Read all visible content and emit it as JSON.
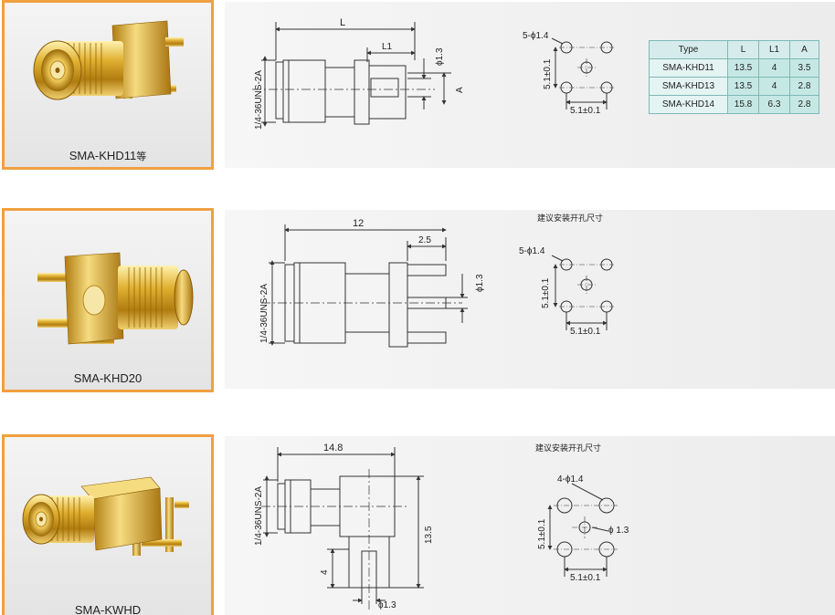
{
  "products": [
    {
      "model": "SMA-KHD11",
      "suffix": "等",
      "thread": "1/4-36UNS-2A",
      "dims": {
        "L": "L",
        "L1": "L1",
        "A": "A",
        "pin": "ϕ1.3"
      },
      "footprint": {
        "holes": "5-ϕ1.4",
        "vertical": "5.1±0.1",
        "horizontal": "5.1±0.1"
      },
      "table": {
        "headers": [
          "Type",
          "L",
          "L1",
          "A"
        ],
        "rows": [
          [
            "SMA-KHD11",
            "13.5",
            "4",
            "3.5"
          ],
          [
            "SMA-KHD13",
            "13.5",
            "4",
            "2.8"
          ],
          [
            "SMA-KHD14",
            "15.8",
            "6.3",
            "2.8"
          ]
        ]
      }
    },
    {
      "model": "SMA-KHD20",
      "thread": "1/4-36UNS-2A",
      "dims": {
        "length": "12",
        "tail": "2.5",
        "pin": "ϕ1.3"
      },
      "footprint": {
        "title": "建议安装开孔尺寸",
        "holes": "5-ϕ1.4",
        "vertical": "5.1±0.1",
        "horizontal": "5.1±0.1"
      }
    },
    {
      "model": "SMA-KWHD",
      "thread": "1/4-36UNS-2A",
      "dims": {
        "length": "14.8",
        "height": "13.5",
        "tail": "4",
        "pin": "ϕ1.3"
      },
      "footprint": {
        "title": "建议安装开孔尺寸",
        "holes": "4-ϕ1.4",
        "center": "ϕ 1.3",
        "vertical": "5.1±0.1",
        "horizontal": "5.1±0.1"
      }
    }
  ],
  "colors": {
    "frame": "#f0a040",
    "table_header": "#d6ecec",
    "table_cell": "#c6e8e4",
    "gold": "#d4a020"
  }
}
